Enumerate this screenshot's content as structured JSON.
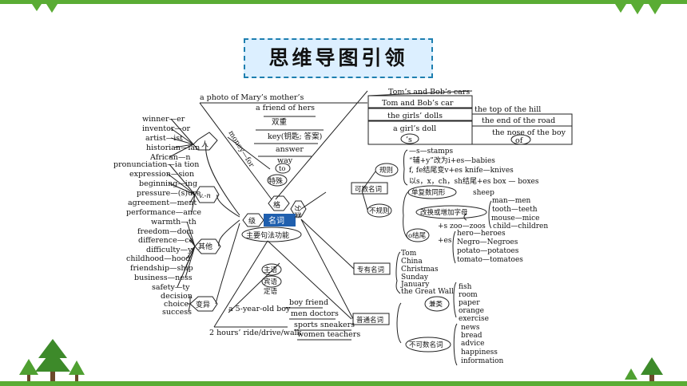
{
  "colors": {
    "bar": "#5aac34",
    "banner_fill": "#dcefff",
    "banner_border": "#1e7fb0",
    "noun_box": "#1f5fae",
    "tree": "#3d8a2a"
  },
  "icons": {
    "left_tree": "pine-tree-icon",
    "right_tree": "pine-tree-icon",
    "top_triangles": "triangle-decoration-icon"
  },
  "banner": {
    "title": "思维导图引领"
  },
  "center": {
    "noun": "名词",
    "level": "级",
    "category": "分类",
    "grammar": "主要句法功能",
    "special": "特殊",
    "case": "格"
  },
  "possessive": {
    "items": [
      "a photo of  Mary’s mother’s",
      "a friend of hers",
      "双重",
      "key(钥匙; 答案)",
      "answer",
      "way",
      "to",
      "money—for",
      "Tom’s and Bob’s cars",
      "Tom and Bob’s car",
      "the girls’ dolls",
      "a girl’s doll",
      "’s",
      "the top of the hill",
      "the end of the road",
      "the nose of the boy",
      "of"
    ]
  },
  "derivation": {
    "er_group": [
      "winner—er",
      "inventor—or",
      "artist—ist",
      "historian—ian",
      "African—n"
    ],
    "er_label": "人",
    "vn_group": [
      "pronunciation—ia tion",
      "expression—sion",
      "beginning—ing",
      "pressure—(s)ure",
      "agreement—ment",
      "performance—ance"
    ],
    "vn_label": "v.-n",
    "other_group": [
      "warmth—th",
      "freedom—dom",
      "difference—ce",
      "difficulty—y",
      "childhood—hood",
      "friendship—ship",
      "business—ness",
      "safety—ty"
    ],
    "other_label": "其他",
    "change_group": [
      "decision",
      "choice",
      "success"
    ],
    "change_label": "变异"
  },
  "functions": {
    "roles": [
      "主语",
      "宾语",
      "定语"
    ],
    "examples": [
      "a 5-year-old boy",
      "boy friend",
      "men doctors",
      "sports sneakers",
      "women teachers",
      "2 hours’ ride/drive/walk"
    ]
  },
  "countable": {
    "label": "可数名词",
    "regular_label": "规则",
    "regular_items": [
      "—s—stamps",
      "“辅+y”改为i+es—babies",
      "f, fe结尾变v+es    knife—knives",
      "以s，x，ch，sh结尾+es  box — boxes"
    ],
    "irregular_label": "不规则",
    "same_label": "单复数同形",
    "same_value": "sheep",
    "vowel_label": "改换或增加字母",
    "vowel_items": [
      "man—men",
      "tooth—teeth",
      "mouse—mice",
      "child—children"
    ],
    "o_label": "o结尾",
    "o_s": "+s  zoo—zoos",
    "o_es": "+es",
    "o_es_items": [
      "hero—heroes",
      "Negro—Negroes",
      "potato—potatoes",
      "tomato—tomatoes"
    ]
  },
  "proper": {
    "label": "专有名词",
    "items": [
      "Tom",
      "China",
      "Christmas",
      "Sunday",
      "January",
      "the Great Wall"
    ]
  },
  "common": {
    "label": "普通名词",
    "both_label": "兼类",
    "both_items": [
      "fish",
      "room",
      "paper",
      "orange",
      "exercise"
    ],
    "uncountable_label": "不可数名词",
    "uncountable_items": [
      "news",
      "bread",
      "advice",
      "happiness",
      "information"
    ]
  }
}
